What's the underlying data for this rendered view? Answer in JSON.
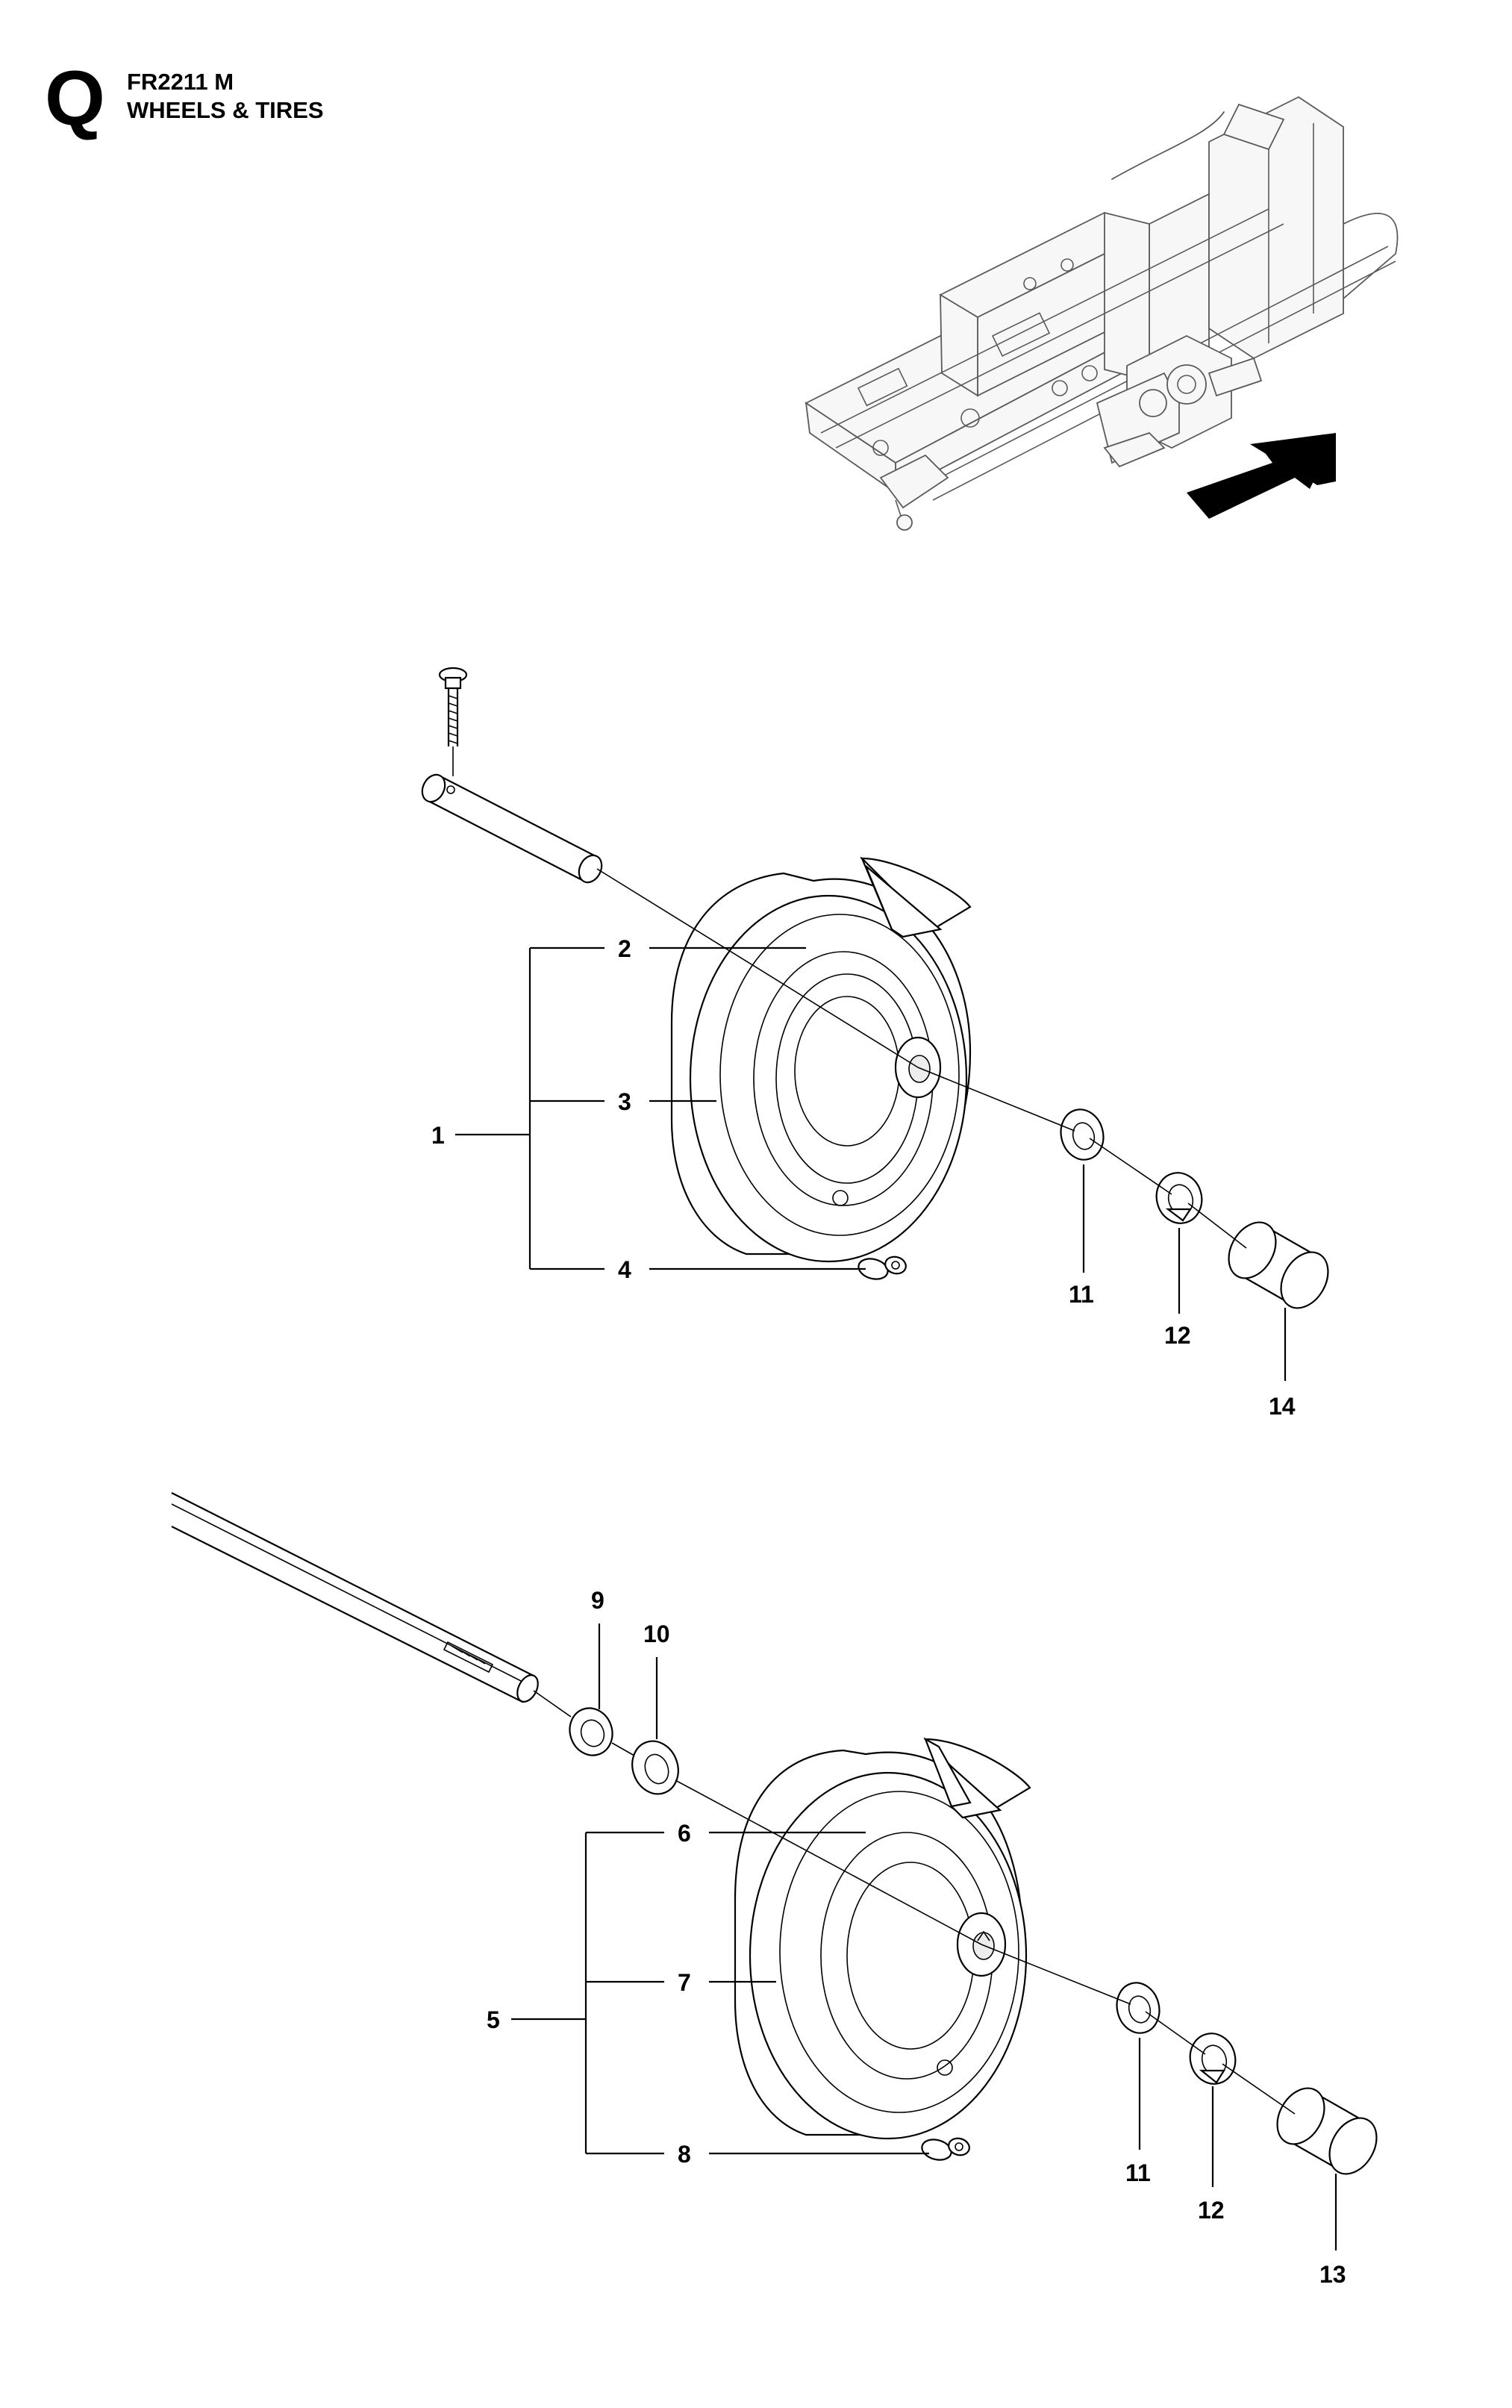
{
  "header": {
    "section_letter": "Q",
    "model_code": "FR2211 M",
    "section_title": "WHEELS & TIRES"
  },
  "callouts": {
    "c1": "1",
    "c2": "2",
    "c3": "3",
    "c4": "4",
    "c11a": "11",
    "c12a": "12",
    "c14": "14",
    "c9": "9",
    "c10": "10",
    "c5": "5",
    "c6": "6",
    "c7": "7",
    "c8": "8",
    "c11b": "11",
    "c12b": "12",
    "c13": "13"
  },
  "icons": {
    "direction_arrow": "arrow-icon",
    "frame": "tractor-frame-icon"
  },
  "colors": {
    "ink": "#000000",
    "frame_grey": "#5a5a5a",
    "background": "#ffffff"
  }
}
